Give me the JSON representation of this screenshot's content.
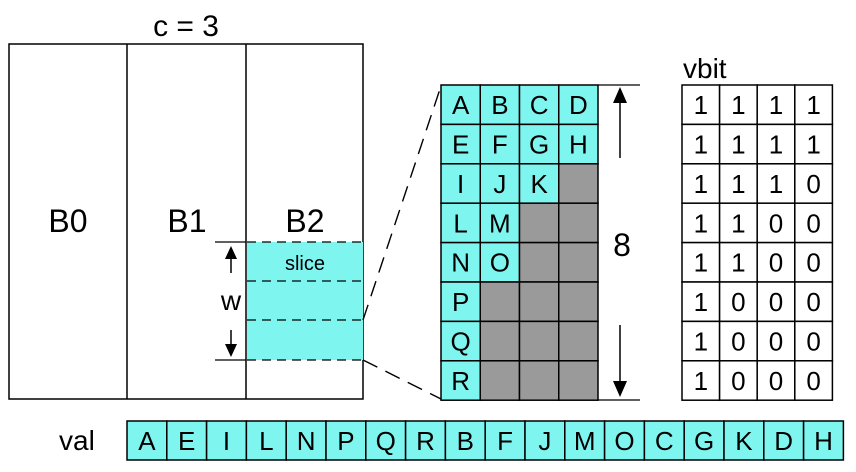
{
  "header": {
    "c_label": "c = 3"
  },
  "buckets": [
    "B0",
    "B1",
    "B2"
  ],
  "slice_label": "slice",
  "w_label": "w",
  "height_label": "8",
  "vbit_title": "vbit",
  "val_label": "val",
  "grid": [
    [
      "A",
      "B",
      "C",
      "D"
    ],
    [
      "E",
      "F",
      "G",
      "H"
    ],
    [
      "I",
      "J",
      "K",
      ""
    ],
    [
      "L",
      "M",
      "",
      ""
    ],
    [
      "N",
      "O",
      "",
      ""
    ],
    [
      "P",
      "",
      "",
      ""
    ],
    [
      "Q",
      "",
      "",
      ""
    ],
    [
      "R",
      "",
      "",
      ""
    ]
  ],
  "vbit": [
    [
      "1",
      "1",
      "1",
      "1"
    ],
    [
      "1",
      "1",
      "1",
      "1"
    ],
    [
      "1",
      "1",
      "1",
      "0"
    ],
    [
      "1",
      "1",
      "0",
      "0"
    ],
    [
      "1",
      "1",
      "0",
      "0"
    ],
    [
      "1",
      "0",
      "0",
      "0"
    ],
    [
      "1",
      "0",
      "0",
      "0"
    ],
    [
      "1",
      "0",
      "0",
      "0"
    ]
  ],
  "val": [
    "A",
    "E",
    "I",
    "L",
    "N",
    "P",
    "Q",
    "R",
    "B",
    "F",
    "J",
    "M",
    "O",
    "C",
    "G",
    "K",
    "D",
    "H"
  ],
  "colors": {
    "filled": "#7ff5f0",
    "empty": "#9a9a9a",
    "line": "#000000",
    "background": "#ffffff"
  }
}
